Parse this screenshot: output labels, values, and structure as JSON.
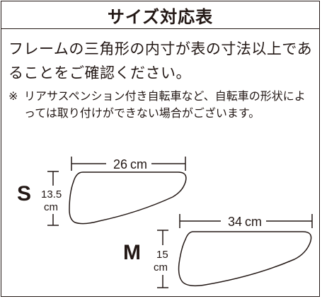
{
  "title": "サイズ対応表",
  "main_text": "フレームの三角形の内寸が表の寸法以上であることをご確認ください。",
  "note": {
    "mark": "※",
    "body": "リアサスペンション付き自転車など、自転車の形状によっては取り付けができない場合がございます。"
  },
  "sizes": [
    {
      "label": "S",
      "width_value": "26",
      "width_unit": "cm",
      "height_value": "13.5",
      "height_unit": "cm"
    },
    {
      "label": "M",
      "width_value": "34",
      "width_unit": "cm",
      "height_value": "15",
      "height_unit": "cm"
    }
  ]
}
